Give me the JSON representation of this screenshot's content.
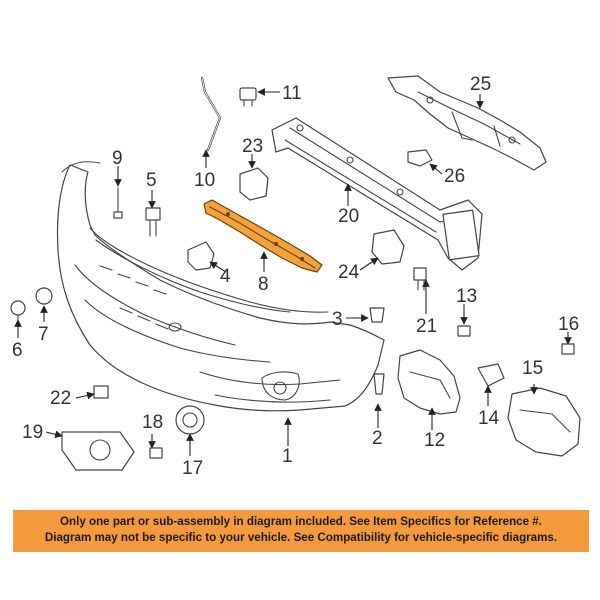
{
  "callouts": {
    "c1": "1",
    "c2": "2",
    "c3": "3",
    "c4": "4",
    "c5": "5",
    "c6": "6",
    "c7": "7",
    "c8": "8",
    "c9": "9",
    "c10": "10",
    "c11": "11",
    "c12": "12",
    "c13": "13",
    "c14": "14",
    "c15": "15",
    "c16": "16",
    "c17": "17",
    "c18": "18",
    "c19": "19",
    "c20": "20",
    "c21": "21",
    "c22": "22",
    "c23": "23",
    "c24": "24",
    "c25": "25",
    "c26": "26"
  },
  "highlighted_part": "8",
  "colors": {
    "highlight": "#f5a23c",
    "banner": "#f59a3c"
  },
  "banner": {
    "line1": "Only one part or sub-assembly in diagram included. See Item Specifics for Reference #.",
    "line2": "Diagram may not be specific to your vehicle. See Compatibility for vehicle-specific diagrams."
  }
}
